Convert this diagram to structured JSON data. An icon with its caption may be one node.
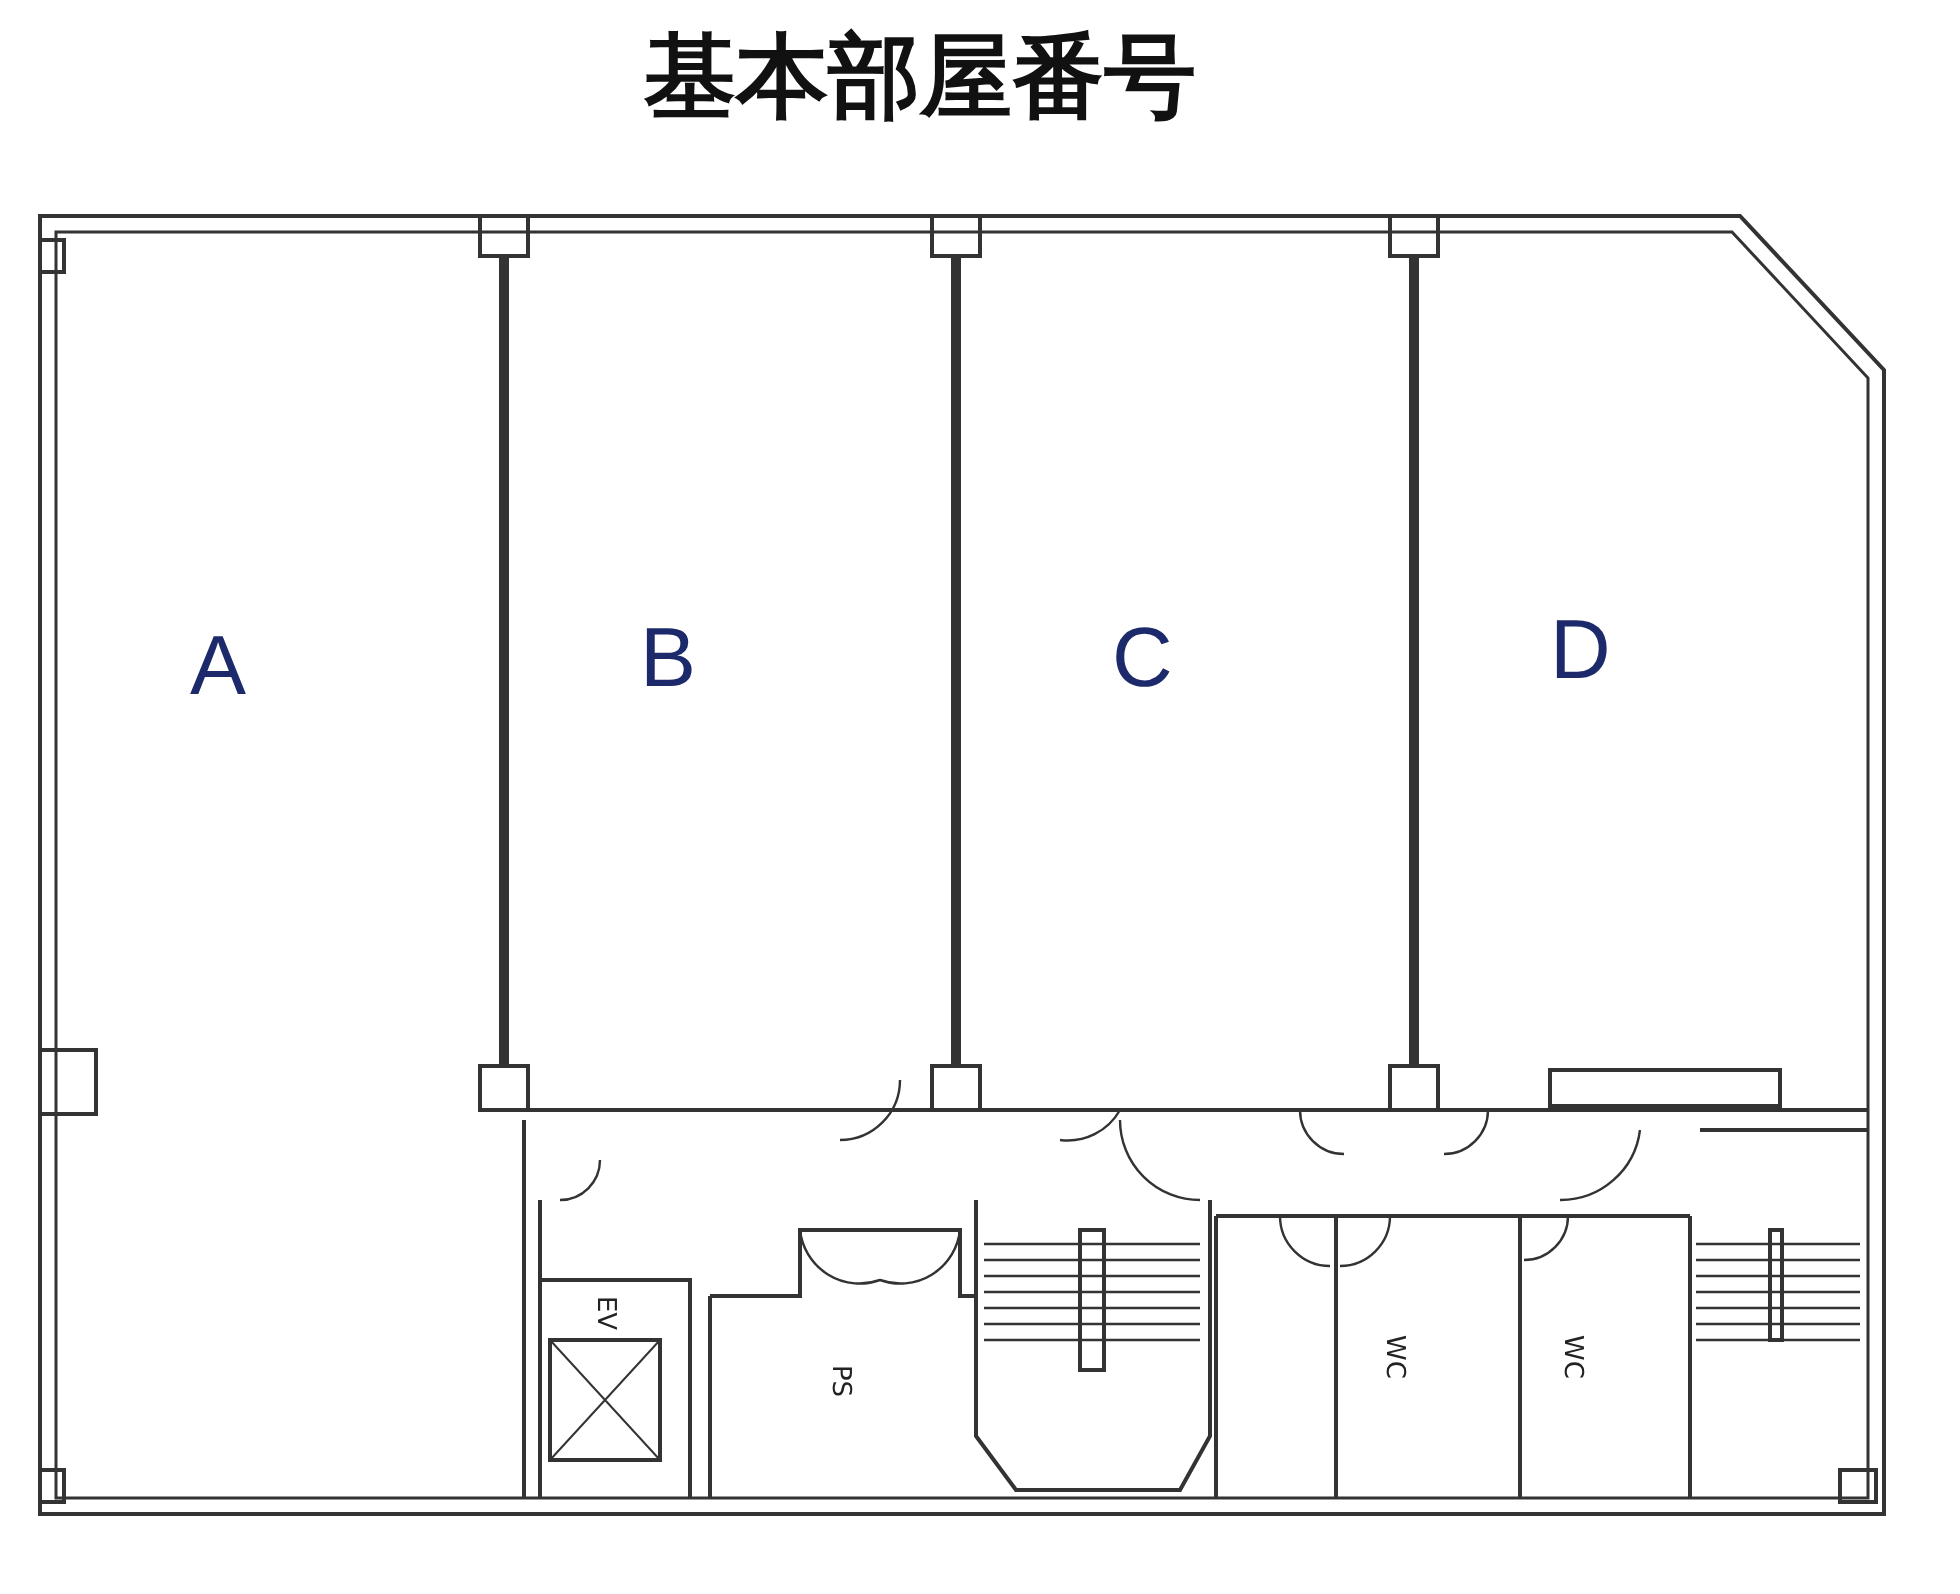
{
  "diagram": {
    "title": "基本部屋番号",
    "nodes": [
      {
        "text": [
          "A"
        ]
      },
      {
        "text": [
          "B"
        ]
      },
      {
        "text": [
          "C"
        ]
      },
      {
        "text": [
          "D"
        ]
      }
    ],
    "labels": [
      "EV",
      "PS",
      "WC",
      "WC"
    ]
  }
}
